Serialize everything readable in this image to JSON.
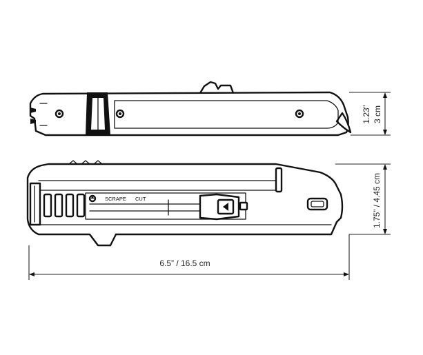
{
  "switch": {
    "scrape_label": "SCRAPE",
    "cut_label": "CUT"
  },
  "dimensions": {
    "length_label": "6.5”  /  16.5 cm",
    "side_height_inches": "1.23”",
    "side_height_cm": "3 cm",
    "top_height_label": "1.75”  /  4.45 cm"
  },
  "colors": {
    "ink": "#111111",
    "background": "#ffffff"
  }
}
